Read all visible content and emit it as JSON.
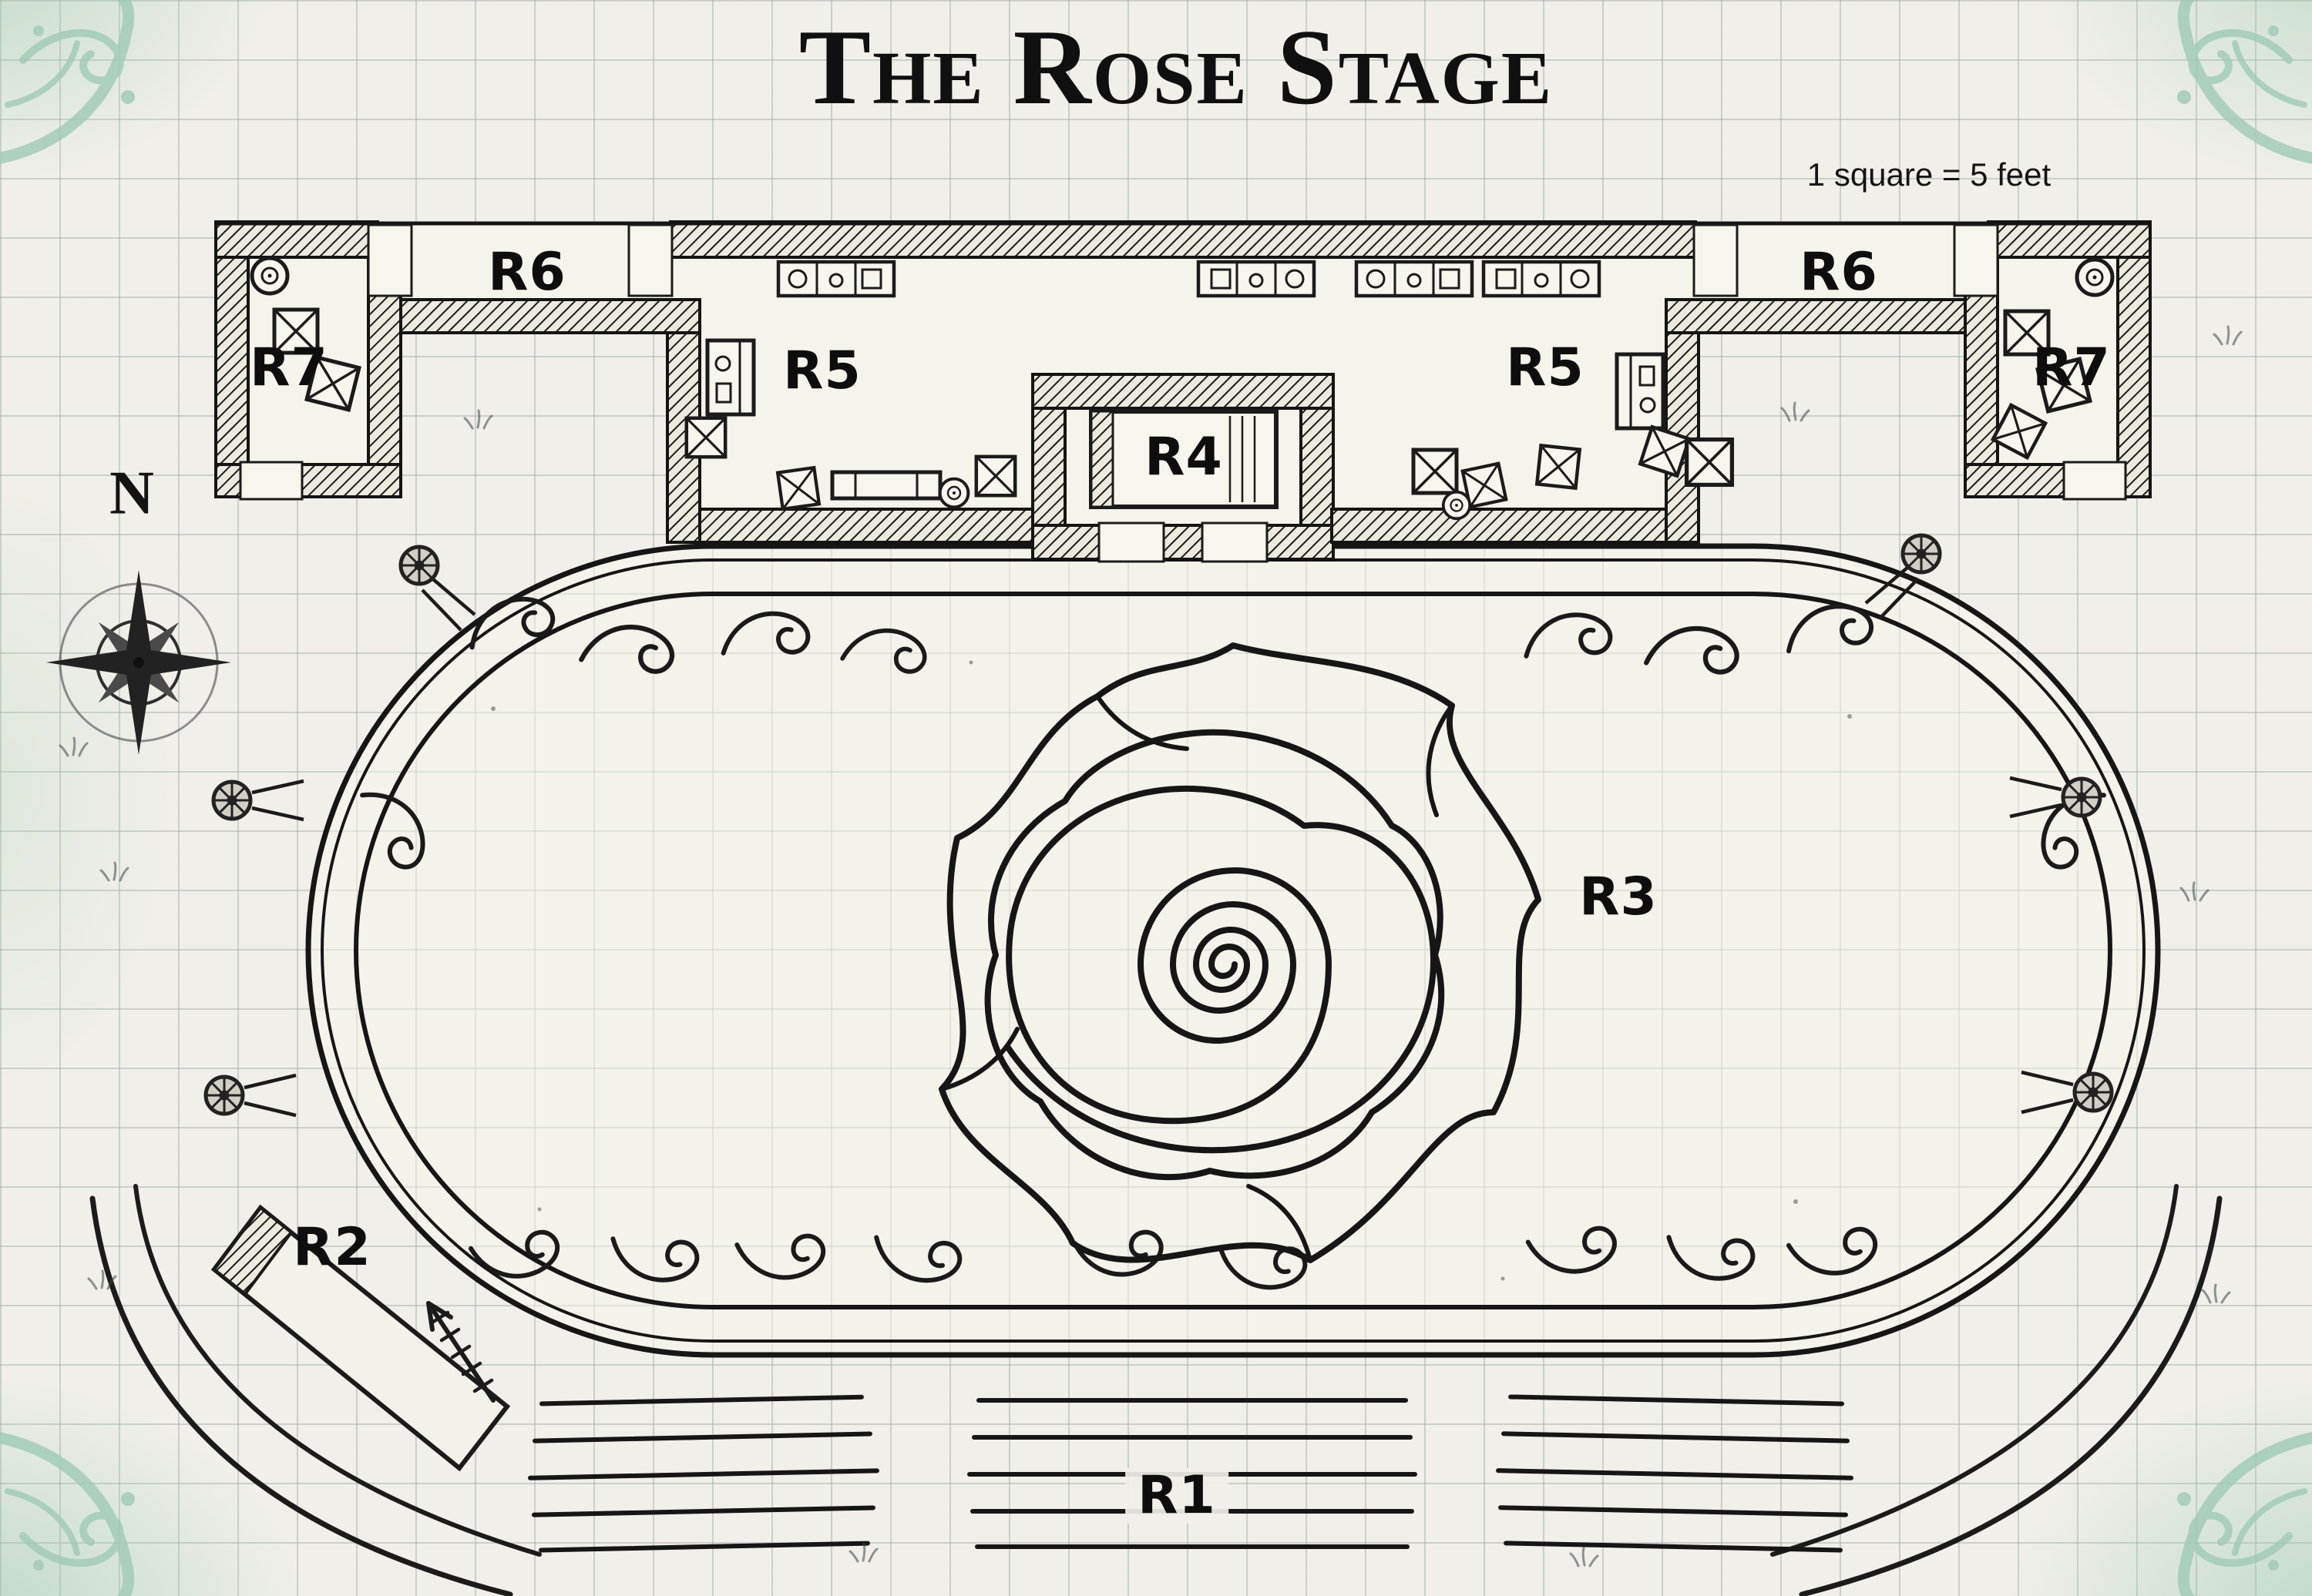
{
  "map": {
    "title": "The Rose Stage",
    "scale_note": "1 square = 5 feet",
    "compass_label": "N",
    "rooms": [
      {
        "label": "R1"
      },
      {
        "label": "R2"
      },
      {
        "label": "R3"
      },
      {
        "label": "R4"
      },
      {
        "label": "R5"
      },
      {
        "label": "R5"
      },
      {
        "label": "R6"
      },
      {
        "label": "R6"
      },
      {
        "label": "R7"
      },
      {
        "label": "R7"
      }
    ],
    "colors": {
      "ink": "#1b1b1b",
      "paper": "#f0efe9",
      "grid_line": "#8d9e96",
      "accent_mint": "#9fcab6"
    }
  }
}
